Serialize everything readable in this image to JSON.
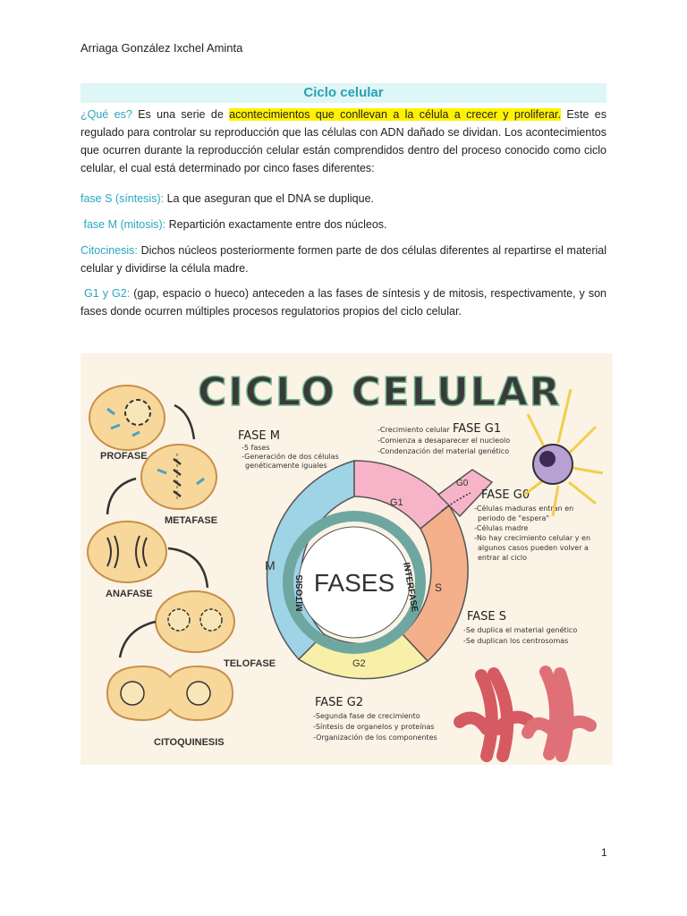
{
  "header": {
    "author": "Arriaga González Ixchel Aminta"
  },
  "doc": {
    "title": "Ciclo celular",
    "intro": {
      "label": "¿Qué es?",
      "pre": " Es una serie de ",
      "highlight": "acontecimientos que conllevan a la célula a crecer y proliferar.",
      "post": " Este es regulado para controlar su reproducción que las células con ADN dañado se dividan. Los acontecimientos que ocurren durante la reproducción celular están comprendidos dentro del proceso conocido como ciclo celular, el cual está determinado por cinco fases diferentes:"
    },
    "phases": [
      {
        "label": "fase S (síntesis):",
        "text": "  La que aseguran que el DNA se duplique."
      },
      {
        "label": "fase M (mitosis):",
        "text": " Repartición exactamente entre dos núcleos."
      },
      {
        "label": "Citocinesis:",
        "text": " Dichos núcleos posteriormente formen parte de dos células diferentes al repartirse el material celular y dividirse la célula madre."
      },
      {
        "label": "G1 y G2:",
        "text": " (gap, espacio o hueco) anteceden a las fases de síntesis y de mitosis, respectivamente, y son fases donde ocurren múltiples procesos regulatorios propios del ciclo celular."
      }
    ]
  },
  "infographic": {
    "title": "CICLO CELULAR",
    "center": "FASES",
    "ring": {
      "mitosis": "MITOSIS",
      "interfase": "INTERFASE",
      "m": "M",
      "g1": "G1",
      "g0": "G0",
      "s": "S",
      "g2": "G2"
    },
    "stages": [
      "PROFASE",
      "METAFASE",
      "ANAFASE",
      "TELOFASE",
      "CITOQUINESIS"
    ],
    "fase_m": {
      "title": "FASE M",
      "lines": [
        "-5 fases",
        "-Generación de dos células",
        "genéticamente iguales"
      ]
    },
    "fase_g1": {
      "title": "FASE G1",
      "lines": [
        "-Crecimiento celular",
        "-Comienza a desaparecer el nucleolo",
        "-Condenzación del material genético"
      ]
    },
    "fase_g0": {
      "title": "FASE G0",
      "lines": [
        "-Células maduras entran en",
        "periodo de \"espera\"",
        "-Células madre",
        "-No hay crecimiento celular y en",
        "algunos casos pueden volver a",
        "entrar al ciclo"
      ]
    },
    "fase_s": {
      "title": "FASE S",
      "lines": [
        "-Se duplica el material genético",
        "-Se duplican los centrosomas"
      ]
    },
    "fase_g2": {
      "title": "FASE G2",
      "lines": [
        "-Segunda fase de crecimiento",
        "-Síntesis de organelos y proteínas",
        "-Organización de los componentes"
      ]
    },
    "colors": {
      "m": "#9fd3e6",
      "g1": "#f7b4c8",
      "s": "#f4b08a",
      "g2": "#f8f0a8",
      "center_ring": "#6ea7a0"
    }
  },
  "footer": {
    "page": "1"
  }
}
